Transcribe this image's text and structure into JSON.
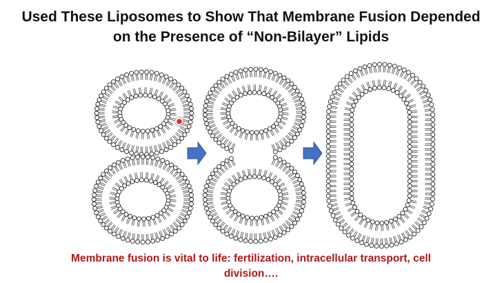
{
  "title": {
    "line1": "Used These Liposomes to Show That Membrane Fusion Depended",
    "line2": "on the Presence of “Non-Bilayer” Lipids"
  },
  "caption": {
    "line1": "Membrane fusion is vital to life: fertilization, intracellular transport, cell",
    "line2": "division…."
  },
  "colors": {
    "title": "#111111",
    "caption": "#b01818",
    "arrow": "#4472c4",
    "arrow_stroke": "#2f5597",
    "lipid": "#222222",
    "highlight": "#e03030"
  }
}
